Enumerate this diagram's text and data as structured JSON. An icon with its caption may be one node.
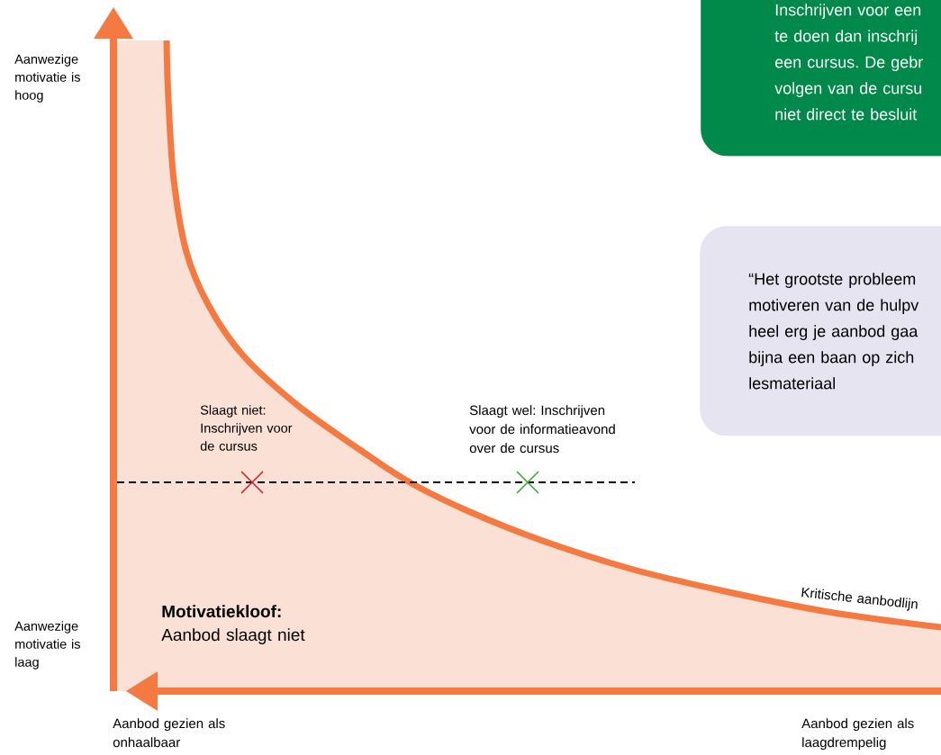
{
  "diagram": {
    "nodes": [
      {
        "text": [
          "Inschrijven voor een te doen dan inschrij een cursus. De gebr volgen van de cursu niet direct te besluit"
        ]
      },
      {
        "text": [
          "“Het grootste probleem motiveren van de hulpv heel erg je aanbod gaa bijna een baan op zich lesmateriaal"
        ]
      }
    ],
    "edges": [],
    "labels": [
      "Aanwezige motivatie is hoog",
      "Slaagt niet: Inschrijven voor de cursus",
      "Slaagt wel: Inschrijven voor de informatieavond over de cursus",
      "Kritische aanbodlijn",
      "Aanwezige motivatie is laag",
      "Motivatiekloof:",
      "Aanbod slaagt niet",
      "Aanbod gezien als onhaalbaar",
      "Aanbod gezien als laagdrempelig"
    ]
  }
}
